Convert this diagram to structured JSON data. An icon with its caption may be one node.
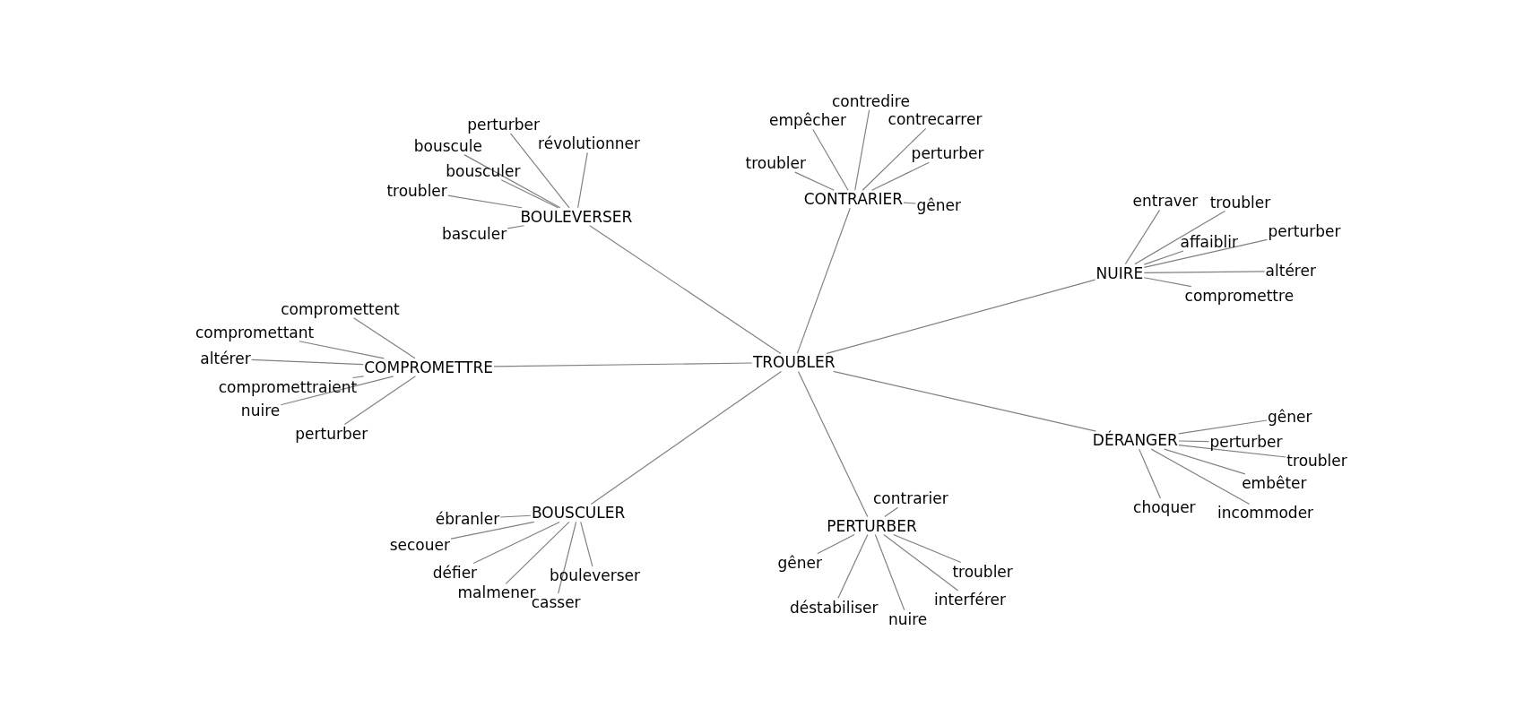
{
  "diagram": {
    "nodes": [
      {
        "text": [
          "TROUBLER"
        ]
      },
      {
        "text": [
          "BOULEVERSER"
        ]
      },
      {
        "text": [
          "perturber"
        ]
      },
      {
        "text": [
          "révolutionner"
        ]
      },
      {
        "text": [
          "bouscule"
        ]
      },
      {
        "text": [
          "bousculer"
        ]
      },
      {
        "text": [
          "troubler"
        ]
      },
      {
        "text": [
          "basculer"
        ]
      },
      {
        "text": [
          "CONTRARIER"
        ]
      },
      {
        "text": [
          "empêcher"
        ]
      },
      {
        "text": [
          "contredire"
        ]
      },
      {
        "text": [
          "contrecarrer"
        ]
      },
      {
        "text": [
          "troubler"
        ]
      },
      {
        "text": [
          "perturber"
        ]
      },
      {
        "text": [
          "gêner"
        ]
      },
      {
        "text": [
          "NUIRE"
        ]
      },
      {
        "text": [
          "entraver"
        ]
      },
      {
        "text": [
          "troubler"
        ]
      },
      {
        "text": [
          "affaiblir"
        ]
      },
      {
        "text": [
          "perturber"
        ]
      },
      {
        "text": [
          "altérer"
        ]
      },
      {
        "text": [
          "compromettre"
        ]
      },
      {
        "text": [
          "COMPROMETTRE"
        ]
      },
      {
        "text": [
          "compromettent"
        ]
      },
      {
        "text": [
          "compromettant"
        ]
      },
      {
        "text": [
          "altérer"
        ]
      },
      {
        "text": [
          "compromettraient"
        ]
      },
      {
        "text": [
          "nuire"
        ]
      },
      {
        "text": [
          "perturber"
        ]
      },
      {
        "text": [
          "DÉRANGER"
        ]
      },
      {
        "text": [
          "gêner"
        ]
      },
      {
        "text": [
          "perturber"
        ]
      },
      {
        "text": [
          "troubler"
        ]
      },
      {
        "text": [
          "embêter"
        ]
      },
      {
        "text": [
          "choquer"
        ]
      },
      {
        "text": [
          "incommoder"
        ]
      },
      {
        "text": [
          "BOUSCULER"
        ]
      },
      {
        "text": [
          "ébranler"
        ]
      },
      {
        "text": [
          "secouer"
        ]
      },
      {
        "text": [
          "défier"
        ]
      },
      {
        "text": [
          "malmener"
        ]
      },
      {
        "text": [
          "casser"
        ]
      },
      {
        "text": [
          "bouleverser"
        ]
      },
      {
        "text": [
          "PERTURBER"
        ]
      },
      {
        "text": [
          "contrarier"
        ]
      },
      {
        "text": [
          "gêner"
        ]
      },
      {
        "text": [
          "troubler"
        ]
      },
      {
        "text": [
          "déstabiliser"
        ]
      },
      {
        "text": [
          "nuire"
        ]
      },
      {
        "text": [
          "interférer"
        ]
      }
    ],
    "edges": [
      {
        "from": 0,
        "to": 1,
        "arrow": "none"
      },
      {
        "from": 0,
        "to": 8,
        "arrow": "none"
      },
      {
        "from": 0,
        "to": 15,
        "arrow": "none"
      },
      {
        "from": 0,
        "to": 22,
        "arrow": "none"
      },
      {
        "from": 0,
        "to": 29,
        "arrow": "none"
      },
      {
        "from": 0,
        "to": 36,
        "arrow": "none"
      },
      {
        "from": 0,
        "to": 43,
        "arrow": "none"
      },
      {
        "from": 1,
        "to": 2,
        "arrow": "none"
      },
      {
        "from": 1,
        "to": 3,
        "arrow": "none"
      },
      {
        "from": 1,
        "to": 4,
        "arrow": "none"
      },
      {
        "from": 1,
        "to": 5,
        "arrow": "none"
      },
      {
        "from": 1,
        "to": 6,
        "arrow": "none"
      },
      {
        "from": 1,
        "to": 7,
        "arrow": "none"
      },
      {
        "from": 8,
        "to": 9,
        "arrow": "none"
      },
      {
        "from": 8,
        "to": 10,
        "arrow": "none"
      },
      {
        "from": 8,
        "to": 11,
        "arrow": "none"
      },
      {
        "from": 8,
        "to": 12,
        "arrow": "none"
      },
      {
        "from": 8,
        "to": 13,
        "arrow": "none"
      },
      {
        "from": 8,
        "to": 14,
        "arrow": "none"
      },
      {
        "from": 15,
        "to": 16,
        "arrow": "none"
      },
      {
        "from": 15,
        "to": 17,
        "arrow": "none"
      },
      {
        "from": 15,
        "to": 18,
        "arrow": "none"
      },
      {
        "from": 15,
        "to": 19,
        "arrow": "none"
      },
      {
        "from": 15,
        "to": 20,
        "arrow": "none"
      },
      {
        "from": 15,
        "to": 21,
        "arrow": "none"
      },
      {
        "from": 22,
        "to": 23,
        "arrow": "none"
      },
      {
        "from": 22,
        "to": 24,
        "arrow": "none"
      },
      {
        "from": 22,
        "to": 25,
        "arrow": "none"
      },
      {
        "from": 22,
        "to": 26,
        "arrow": "none"
      },
      {
        "from": 22,
        "to": 27,
        "arrow": "none"
      },
      {
        "from": 22,
        "to": 28,
        "arrow": "none"
      },
      {
        "from": 29,
        "to": 30,
        "arrow": "none"
      },
      {
        "from": 29,
        "to": 31,
        "arrow": "none"
      },
      {
        "from": 29,
        "to": 32,
        "arrow": "none"
      },
      {
        "from": 29,
        "to": 33,
        "arrow": "none"
      },
      {
        "from": 29,
        "to": 34,
        "arrow": "none"
      },
      {
        "from": 29,
        "to": 35,
        "arrow": "none"
      },
      {
        "from": 36,
        "to": 37,
        "arrow": "none"
      },
      {
        "from": 36,
        "to": 38,
        "arrow": "none"
      },
      {
        "from": 36,
        "to": 39,
        "arrow": "none"
      },
      {
        "from": 36,
        "to": 40,
        "arrow": "none"
      },
      {
        "from": 36,
        "to": 41,
        "arrow": "none"
      },
      {
        "from": 36,
        "to": 42,
        "arrow": "none"
      },
      {
        "from": 43,
        "to": 44,
        "arrow": "none"
      },
      {
        "from": 43,
        "to": 45,
        "arrow": "none"
      },
      {
        "from": 43,
        "to": 46,
        "arrow": "none"
      },
      {
        "from": 43,
        "to": 47,
        "arrow": "none"
      },
      {
        "from": 43,
        "to": 48,
        "arrow": "none"
      },
      {
        "from": 43,
        "to": 49,
        "arrow": "none"
      }
    ]
  }
}
